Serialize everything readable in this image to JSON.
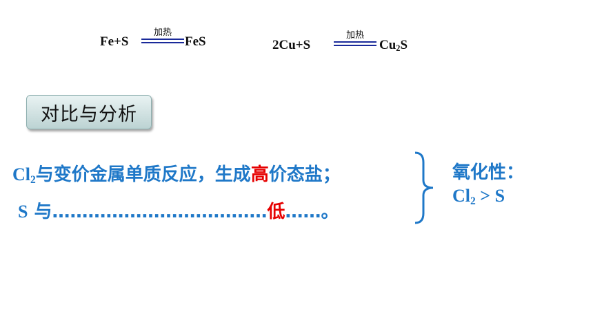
{
  "eq1": {
    "lhs": "Fe+S",
    "condition": "加热",
    "rhs": "FeS"
  },
  "eq2": {
    "lhs": "2Cu+S",
    "condition": "加热",
    "rhs_main": "Cu",
    "rhs_sub": "2",
    "rhs_tail": "S"
  },
  "badge": {
    "label": "对比与分析"
  },
  "line1": {
    "cl": "Cl",
    "sub": "2",
    "text_a": "与变价金属单质反应，生成",
    "red": "高",
    "text_b": "价态盐；"
  },
  "line2": {
    "s": "S",
    "text_a": " 与………………………………",
    "red": "低",
    "text_b": "……。"
  },
  "right": {
    "label": "氧化性：",
    "cl": "Cl",
    "sub": "2",
    "compare": " > S"
  },
  "colors": {
    "blue": "#1f78c8",
    "red": "#e60000",
    "arrow": "#1a2a9a"
  }
}
